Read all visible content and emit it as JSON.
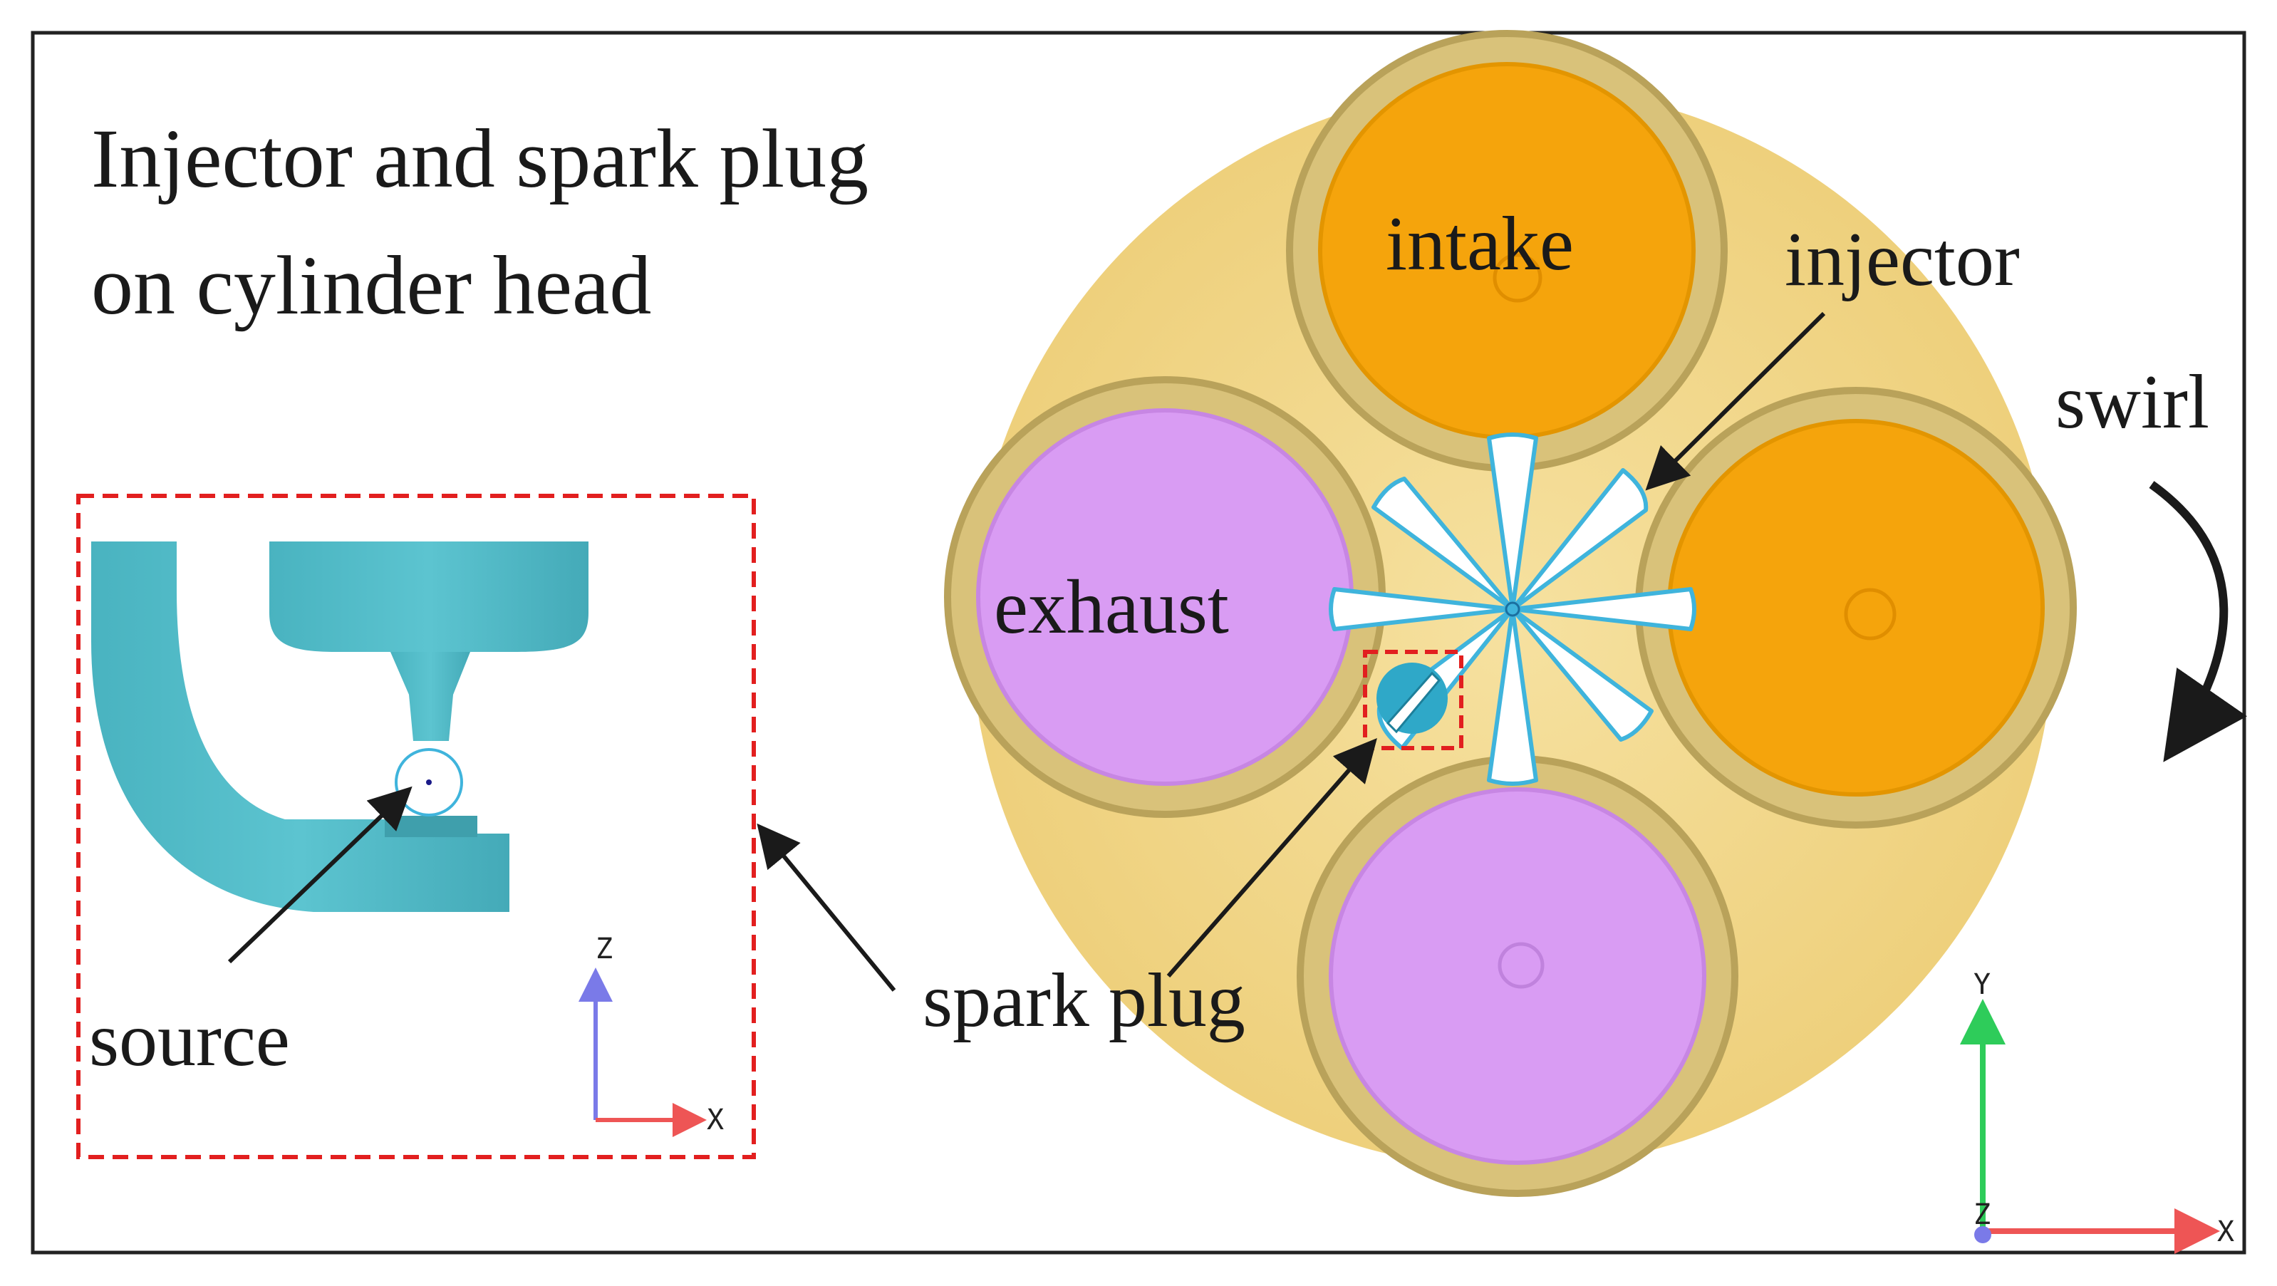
{
  "title": {
    "line1": "Injector and spark plug",
    "line2": "on cylinder head"
  },
  "labels": {
    "intake": "intake",
    "injector": "injector",
    "exhaust": "exhaust",
    "swirl": "swirl",
    "spark_plug": "spark plug",
    "source": "source"
  },
  "axes": {
    "inset": {
      "vertical": "Z",
      "horizontal": "X"
    },
    "main": {
      "vertical": "Y",
      "horizontal": "X",
      "origin": "Z"
    }
  },
  "colors": {
    "cylinder_head": "#f2d88c",
    "valve_seat": "#c8b168",
    "intake_valve": "#f5a40c",
    "exhaust_valve": "#d99cf3",
    "spray_outline": "#3fb4dc",
    "spark_plug": "#2fa8c8",
    "inset_geometry": "#4fb8c5",
    "highlight_box": "#e21f1f",
    "axis_y": "#2ecc5a",
    "axis_x": "#ee5555",
    "axis_z": "#7a7ae8"
  }
}
